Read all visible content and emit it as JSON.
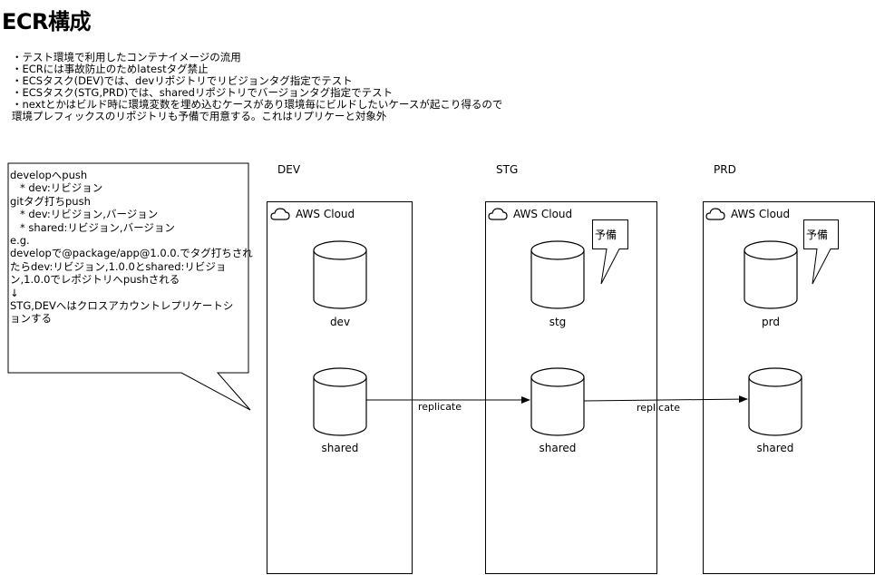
{
  "title": "ECR構成",
  "notes": [
    "・テスト環境で利用したコンテナイメージの流用",
    "・ECRには事故防止のためlatestタグ禁止",
    "・ECSタスク(DEV)では、devリポジトリでリビジョンタグ指定でテスト",
    "・ECSタスク(STG,PRD)では、sharedリポジトリでバージョンタグ指定でテスト",
    "・nextとかはビルド時に環境変数を埋め込むケースがあり環境毎にビルドしたいケースが起こり得るので",
    "環境プレフィックスのリポジトリも予備で用意する。これはリプリケーと対象外"
  ],
  "callout_lines": [
    "developへpush",
    "   * dev:リビジョン",
    "",
    "gitタグ打ちpush",
    "   * dev:リビジョン,バージョン",
    "   * shared:リビジョン,バージョン",
    "",
    "e.g.",
    "developで@package/app@1.0.0.でタグ打ちされ",
    "たらdev:リビジョン,1.0.0とshared:リビジョ",
    "ン,1.0.0でレポジトリへpushされる",
    "↓",
    "STG,DEVへはクロスアカウントレプリケートシ",
    "ョンする"
  ],
  "environments": [
    {
      "name": "DEV",
      "cloud": "AWS Cloud",
      "repo": "dev",
      "shared": "shared",
      "note": ""
    },
    {
      "name": "STG",
      "cloud": "AWS Cloud",
      "repo": "stg",
      "shared": "shared",
      "note": "予備"
    },
    {
      "name": "PRD",
      "cloud": "AWS Cloud",
      "repo": "prd",
      "shared": "shared",
      "note": "予備"
    }
  ],
  "edges": [
    {
      "from": "dev-shared",
      "to": "stg-shared",
      "label": "replicate"
    },
    {
      "from": "stg-shared",
      "to": "prd-shared",
      "label": "replicate"
    }
  ]
}
